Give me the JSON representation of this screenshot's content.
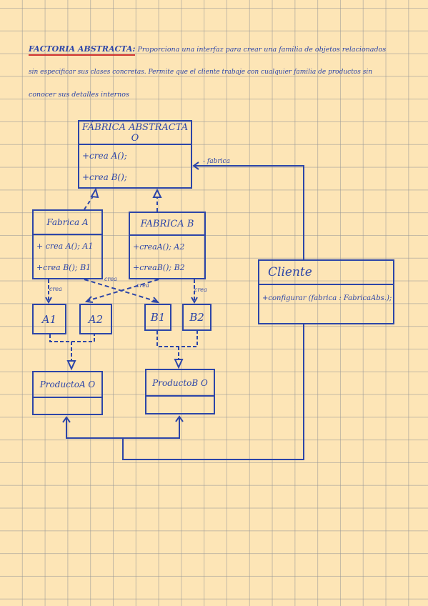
{
  "intro": {
    "title": "FACTORIA ABSTRACTA:",
    "line1": "Proporciona una interfaz para crear una familia de objetos relacionados",
    "line2": "sin especificar sus clases concretas. Permite que el cliente trabaje con cualquier familia de productos sin",
    "line3": "conocer sus detalles internos"
  },
  "abstract_factory": {
    "name": "FÁBRICA ABSTRACTA O",
    "op1": "+crea A();",
    "op2": "+crea B();"
  },
  "factory_a": {
    "name": "Fabrica A",
    "op1": "+ crea A(); A1",
    "op2": "+crea B(); B1"
  },
  "factory_b": {
    "name": "FABRICA B",
    "op1": "+creaA(); A2",
    "op2": "+creaB(); B2"
  },
  "client": {
    "name": "Cliente",
    "op1": "+configurar (fabrica : FabricaAbs.);"
  },
  "products": {
    "a1": "A1",
    "a2": "A2",
    "b1": "B1",
    "b2": "B2",
    "producto_a": "ProductoA O",
    "producto_b": "ProductoB O"
  },
  "labels": {
    "fabrica": "- fabrica",
    "crea_a1": "crea",
    "crea_cross1": "crea",
    "crea_cross2": "crea",
    "crea_b2": "crea"
  }
}
